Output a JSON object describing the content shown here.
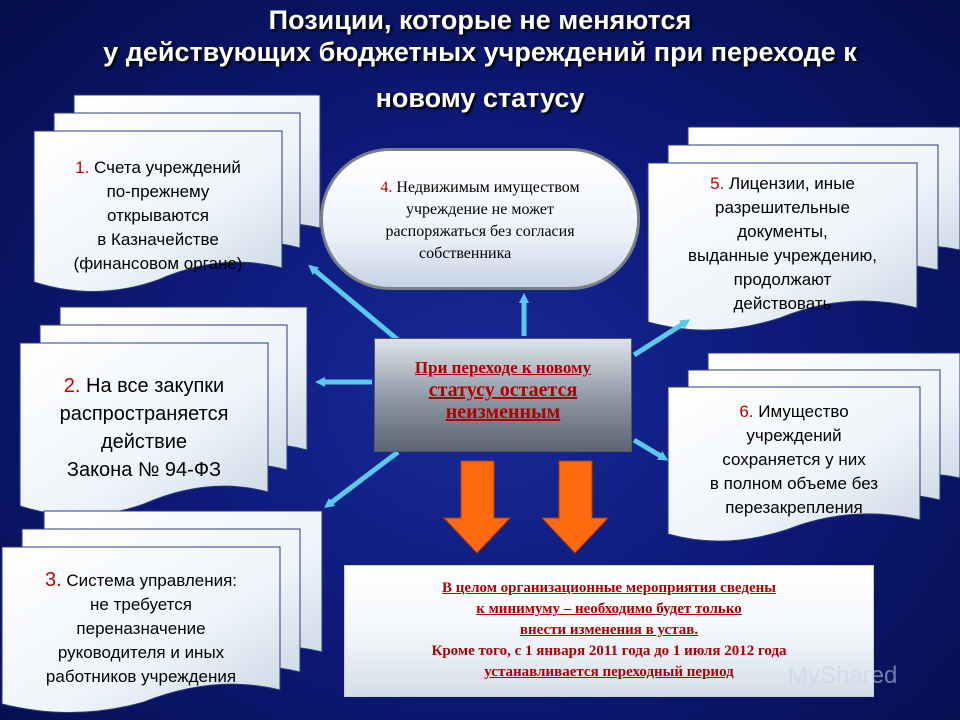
{
  "title": {
    "line1": "Позиции, которые не меняются",
    "line2": "у действующих бюджетных учреждений при переходе к",
    "line3": "новому статусу"
  },
  "center": {
    "line1": "При переходе к новому",
    "line2": "статусу остается",
    "line3": "неизменным"
  },
  "items": [
    {
      "num": "1.",
      "lines": [
        "Счета учреждений",
        "по-прежнему",
        "открываются",
        "в Казначействе",
        "(финансовом органе)"
      ]
    },
    {
      "num": "2.",
      "lines": [
        "На все закупки",
        "распространяется",
        "действие",
        "Закона № 94-ФЗ"
      ]
    },
    {
      "num": "3.",
      "lines": [
        "Система управления:",
        "не требуется",
        "переназначение",
        "руководителя и иных",
        "работников учреждения"
      ]
    },
    {
      "num": "4.",
      "lines": [
        "Недвижимым имуществом",
        "учреждение не может",
        "распоряжаться без согласия",
        "собственника"
      ]
    },
    {
      "num": "5.",
      "lines": [
        "Лицензии, иные",
        "разрешительные",
        "документы,",
        "выданные учреждению,",
        "продолжают",
        "действовать"
      ]
    },
    {
      "num": "6.",
      "lines": [
        "Имущество",
        "учреждений",
        "сохраняется у них",
        "в полном объеме без",
        "перезакрепления"
      ]
    }
  ],
  "note": {
    "line1": "В целом организационные мероприятия сведены",
    "line2": "к минимуму – необходимо будет только",
    "line3": "внести изменения в устав.",
    "line4": "Кроме того, с 1 января 2011 года до 1 июля 2012 года",
    "line5": "устанавливается переходный период"
  },
  "watermark": "MyShared",
  "colors": {
    "arrow": "#5bc8ee",
    "down_arrow": "#ff6a10",
    "number": "#c00000",
    "doc_fill": "#ffffff"
  }
}
